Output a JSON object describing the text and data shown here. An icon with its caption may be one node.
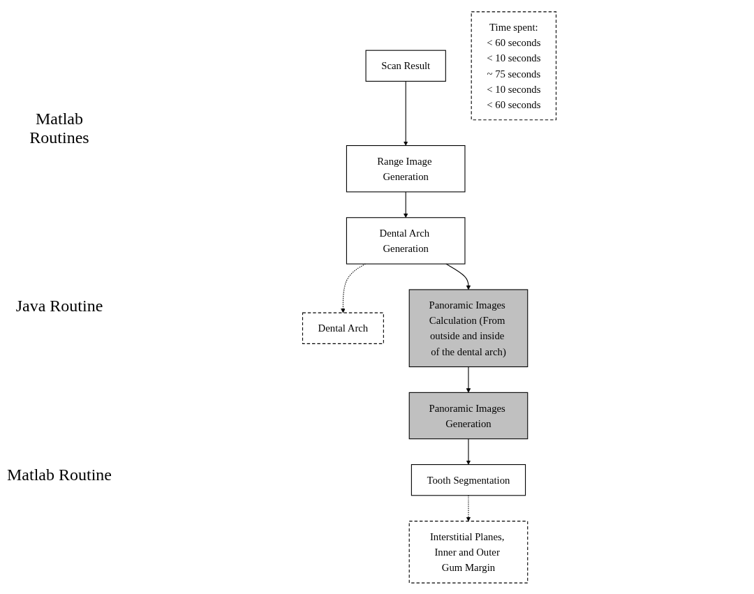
{
  "diagram": {
    "nodes": [
      {
        "text": [
          "Scan Result"
        ]
      },
      {
        "text": [
          "Range Image Generation"
        ]
      },
      {
        "text": [
          "Dental Arch Generation"
        ]
      },
      {
        "text": [
          "Dental Arch"
        ]
      },
      {
        "text": [
          "Panoramic Images Calculation (From outside and inside of the dental arch)"
        ]
      },
      {
        "text": [
          "Panoramic Images Generation"
        ]
      },
      {
        "text": [
          "Tooth Segmentation"
        ]
      },
      {
        "text": [
          "Interstitial Planes, Inner and Outer Gum Margin"
        ]
      },
      {
        "text": [
          "Time spent:",
          "< 60 seconds",
          "< 10 seconds",
          "~ 75 seconds",
          "< 10 seconds",
          "< 60 seconds"
        ]
      }
    ],
    "edges": [
      {
        "from": 0,
        "to": 1,
        "arrow": "to"
      },
      {
        "from": 1,
        "to": 2,
        "arrow": "to"
      },
      {
        "from": 2,
        "to": 3,
        "arrow": "to",
        "style": "dashed"
      },
      {
        "from": 2,
        "to": 4,
        "arrow": "to"
      },
      {
        "from": 4,
        "to": 5,
        "arrow": "to"
      },
      {
        "from": 5,
        "to": 6,
        "arrow": "to"
      },
      {
        "from": 6,
        "to": 7,
        "arrow": "to",
        "style": "dashed"
      }
    ],
    "labels": [
      "Matlab Routines",
      "Java Routine",
      "Matlab Routine"
    ]
  }
}
